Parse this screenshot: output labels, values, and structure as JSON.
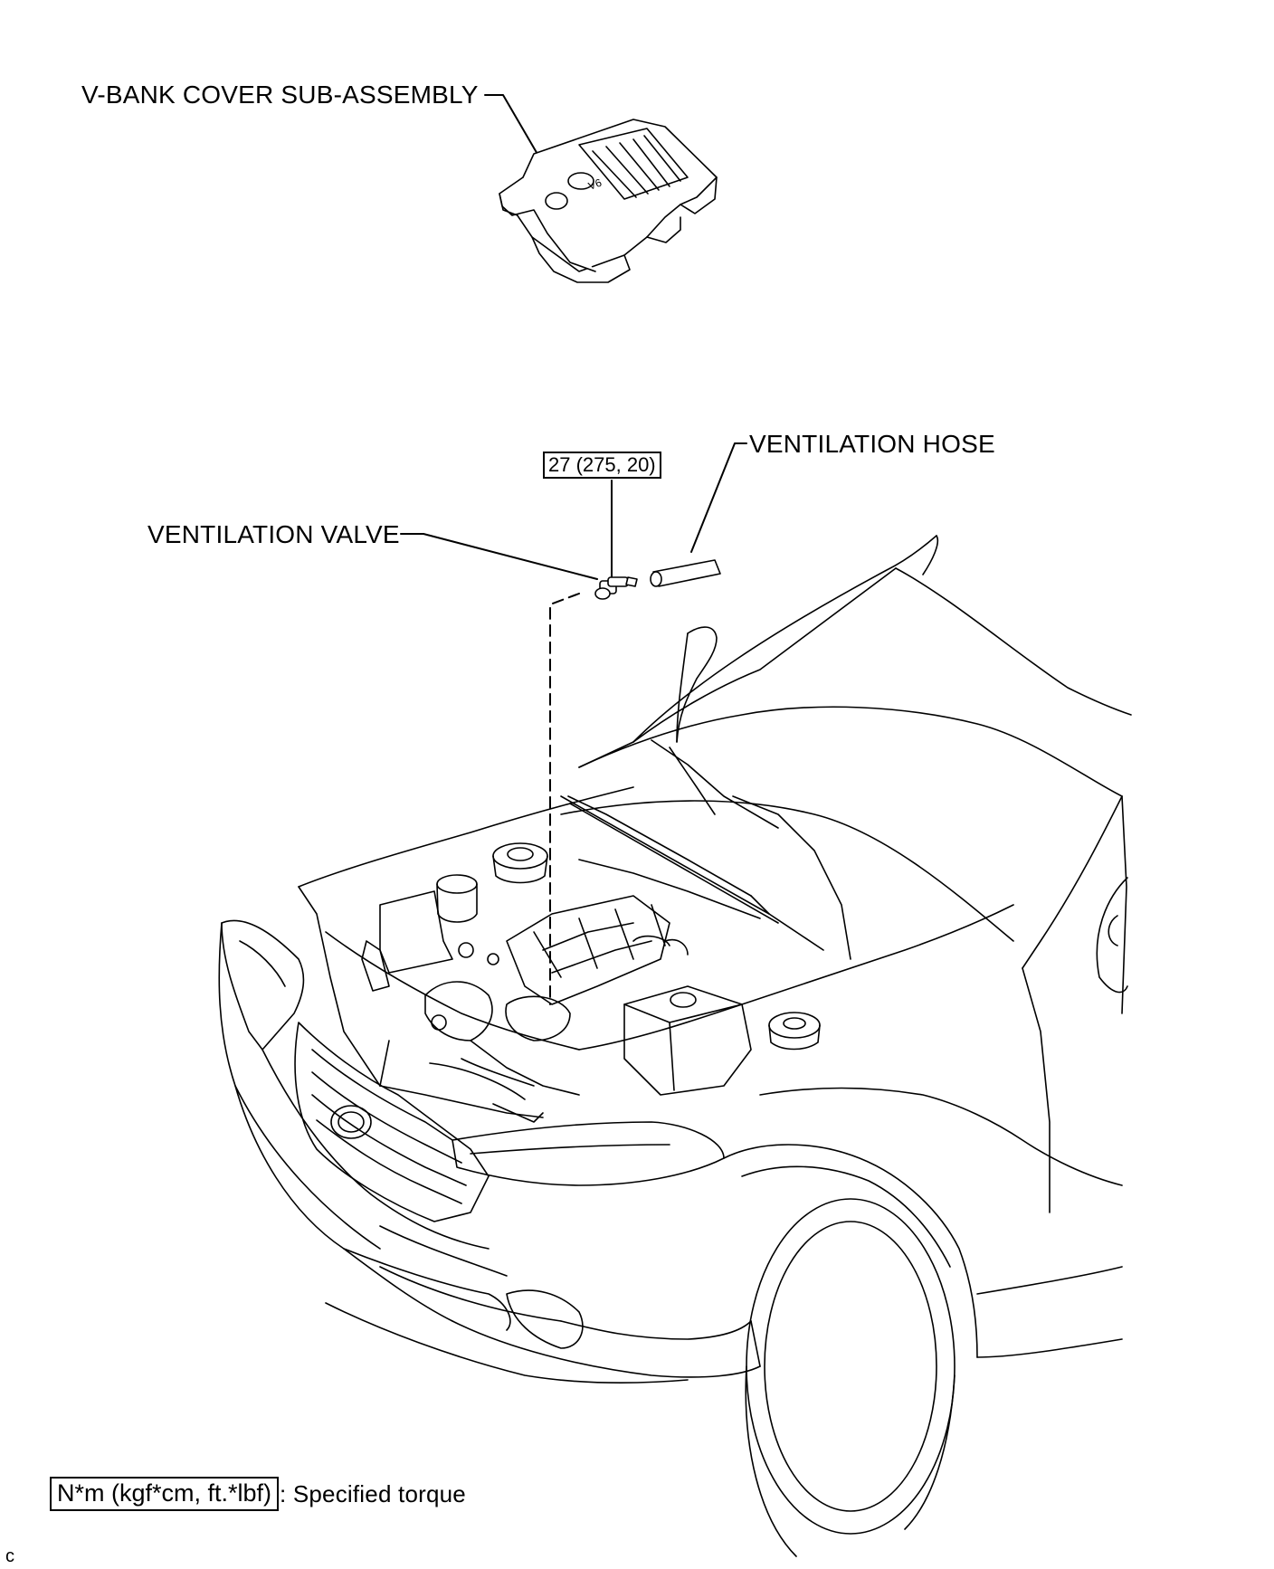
{
  "labels": {
    "v_bank_cover": "V-BANK COVER SUB-ASSEMBLY",
    "ventilation_hose": "VENTILATION HOSE",
    "ventilation_valve": "VENTILATION VALVE",
    "torque_value": "27 (275, 20)",
    "cover_badge": "V6"
  },
  "legend": {
    "unit": "N*m (kgf*cm, ft.*lbf)",
    "description": ": Specified torque"
  },
  "corner_mark": "c"
}
